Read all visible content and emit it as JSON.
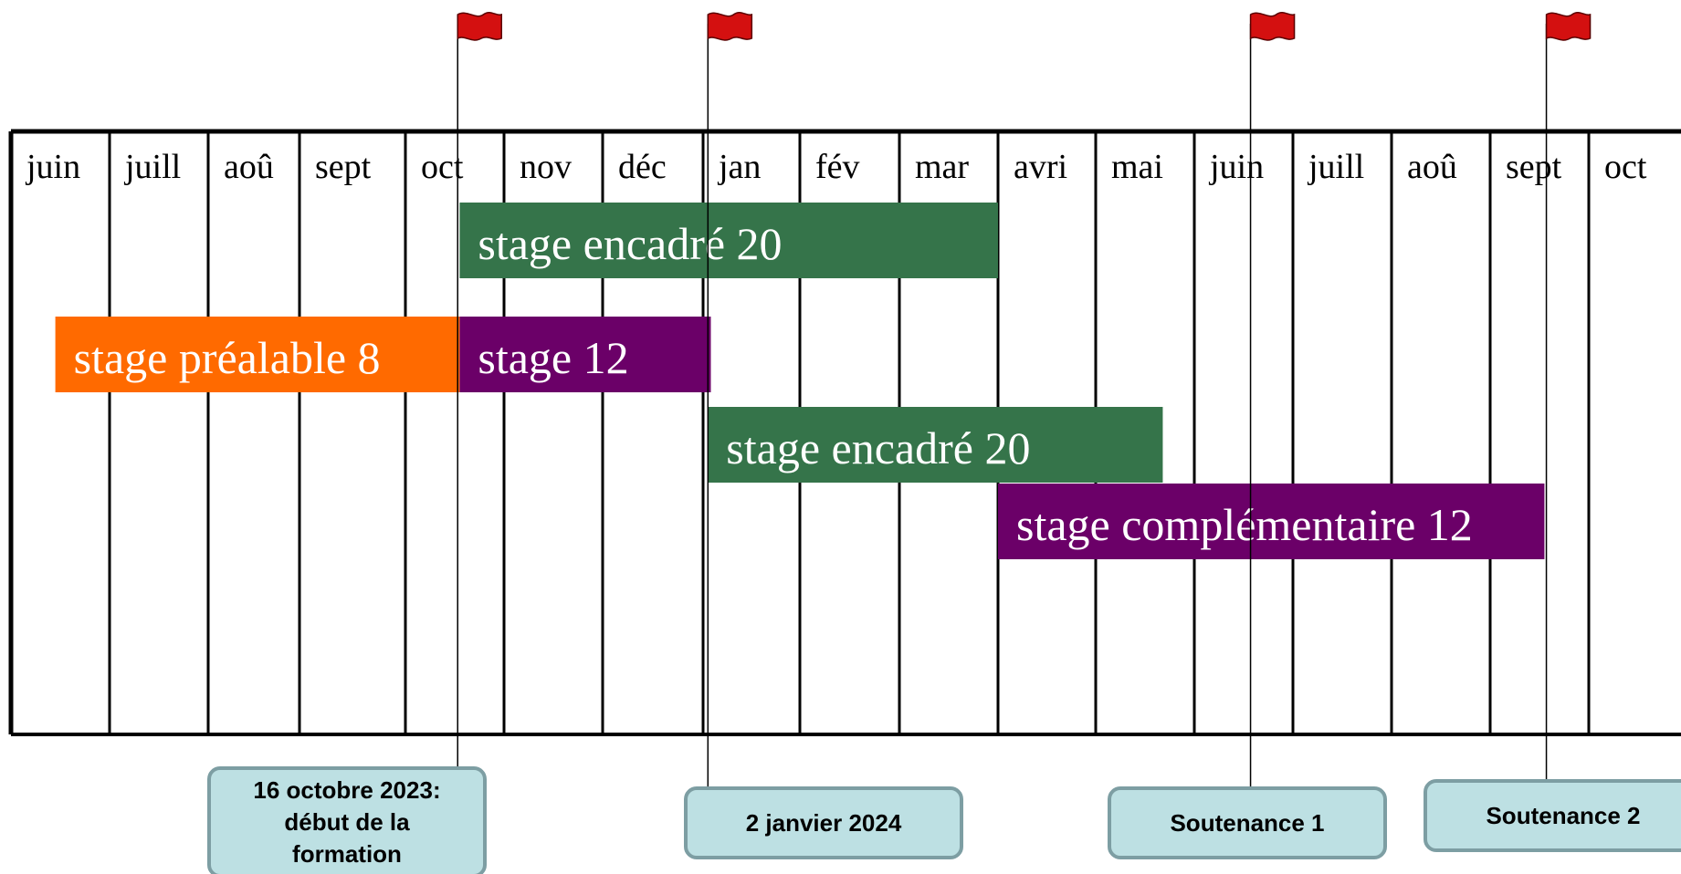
{
  "months": [
    "juin",
    "juill",
    "aoû",
    "sept",
    "oct",
    "nov",
    "déc",
    "jan",
    "fév",
    "mar",
    "avri",
    "mai",
    "juin",
    "juill",
    "aoû",
    "sept",
    "oct"
  ],
  "bars": [
    {
      "label": "stage encadré 20",
      "start": 4.55,
      "end": 10.0,
      "color": "#35744a",
      "row": 0
    },
    {
      "label": "stage préalable 8",
      "start": 0.45,
      "end": 4.55,
      "color": "#ff6a00",
      "row": 1
    },
    {
      "label": "stage 12",
      "start": 4.55,
      "end": 7.08,
      "color": "#6b0068",
      "row": 1
    },
    {
      "label": "stage encadré 20",
      "start": 7.05,
      "end": 11.68,
      "color": "#35744a",
      "row": 2
    },
    {
      "label": "stage complémentaire 12",
      "start": 10.0,
      "end": 15.55,
      "color": "#6b0068",
      "row": 3
    }
  ],
  "milestones": [
    {
      "lines": [
        "16 octobre 2023:",
        "début de la",
        "formation"
      ],
      "at": 4.53
    },
    {
      "lines": [
        "2 janvier 2024"
      ],
      "at": 7.05
    },
    {
      "lines": [
        "Soutenance 1"
      ],
      "at": 12.57
    },
    {
      "lines": [
        "Soutenance 2"
      ],
      "at": 15.57
    }
  ],
  "colors": {
    "flag": "#d41010",
    "callout_fill": "#bde0e3",
    "callout_border": "#7d9ea3",
    "grid": "#000000"
  }
}
